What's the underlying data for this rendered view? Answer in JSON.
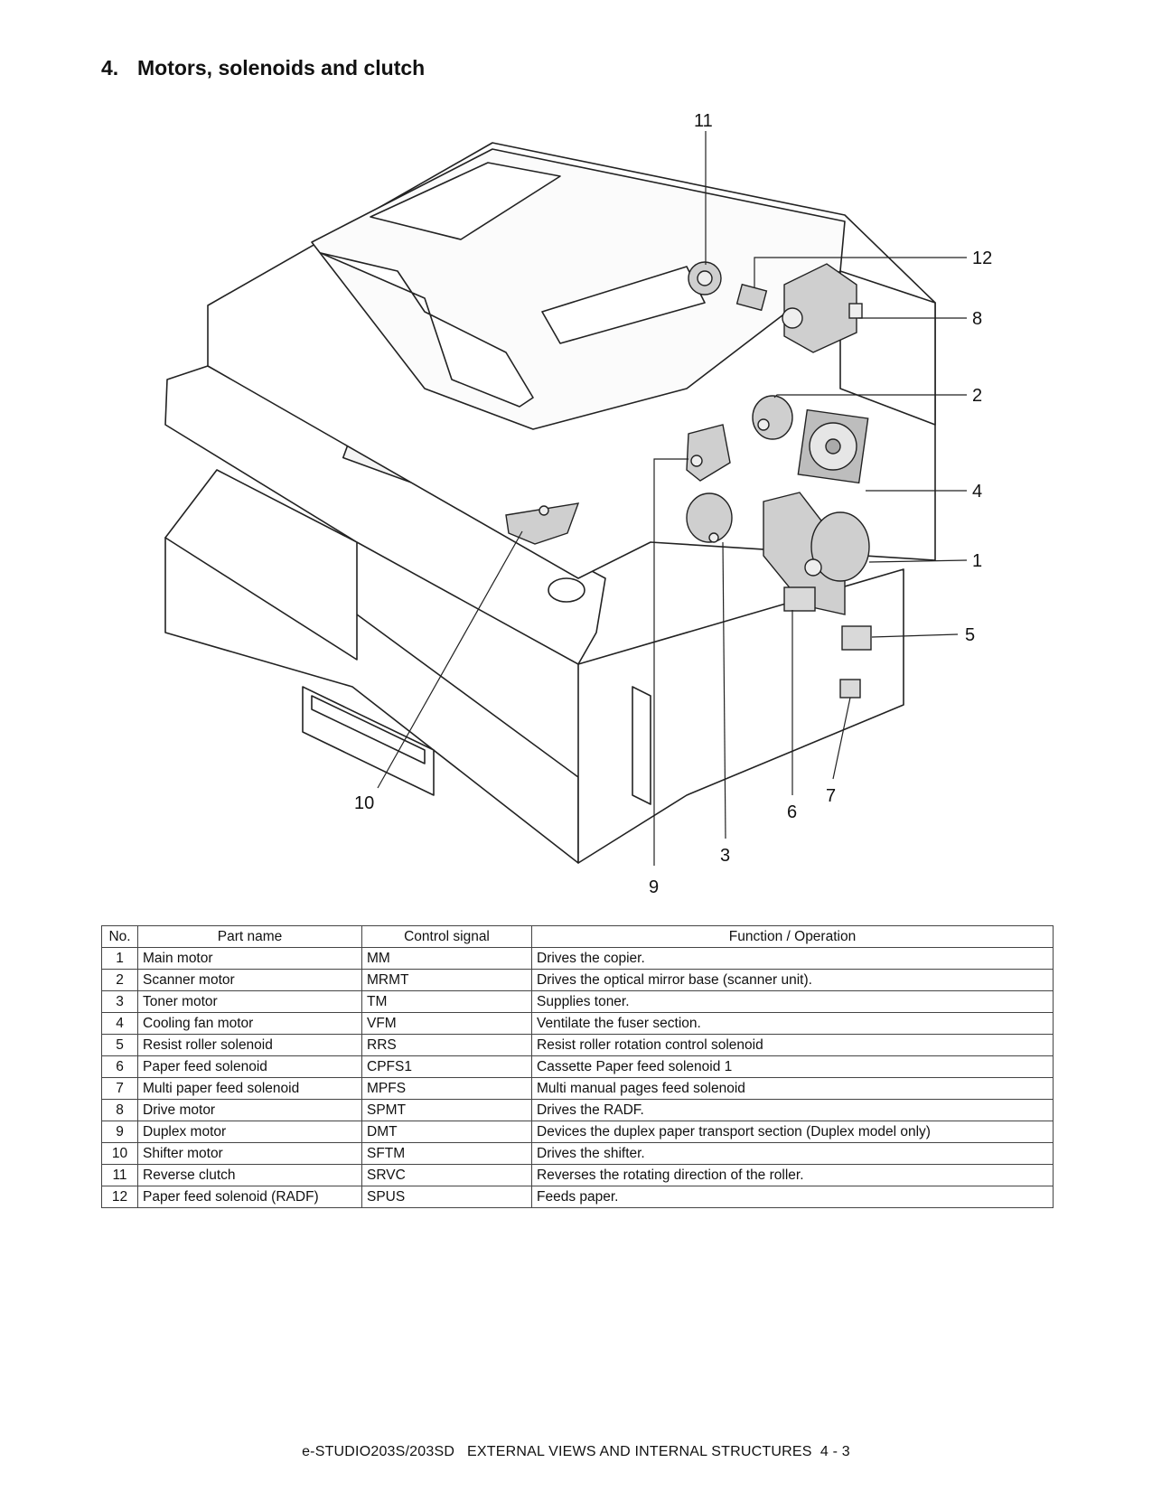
{
  "heading": {
    "number": "4.",
    "title": "Motors, solenoids and clutch"
  },
  "figure": {
    "callouts": [
      {
        "label": "11"
      },
      {
        "label": "12"
      },
      {
        "label": "8"
      },
      {
        "label": "2"
      },
      {
        "label": "4"
      },
      {
        "label": "1"
      },
      {
        "label": "5"
      },
      {
        "label": "7"
      },
      {
        "label": "6"
      },
      {
        "label": "3"
      },
      {
        "label": "9"
      },
      {
        "label": "10"
      }
    ]
  },
  "table": {
    "headers": [
      "No.",
      "Part name",
      "Control signal",
      "Function / Operation"
    ],
    "rows": [
      [
        "1",
        "Main motor",
        "MM",
        "Drives the copier."
      ],
      [
        "2",
        "Scanner motor",
        "MRMT",
        "Drives the optical mirror base (scanner unit)."
      ],
      [
        "3",
        "Toner motor",
        "TM",
        "Supplies toner."
      ],
      [
        "4",
        "Cooling fan motor",
        "VFM",
        "Ventilate the fuser section."
      ],
      [
        "5",
        "Resist roller solenoid",
        "RRS",
        "Resist roller rotation control solenoid"
      ],
      [
        "6",
        "Paper feed solenoid",
        "CPFS1",
        "Cassette Paper feed solenoid 1"
      ],
      [
        "7",
        "Multi paper feed solenoid",
        "MPFS",
        "Multi manual pages feed solenoid"
      ],
      [
        "8",
        "Drive motor",
        "SPMT",
        "Drives the RADF."
      ],
      [
        "9",
        "Duplex motor",
        "DMT",
        "Devices the duplex paper transport section (Duplex model only)"
      ],
      [
        "10",
        "Shifter motor",
        "SFTM",
        "Drives the shifter."
      ],
      [
        "11",
        "Reverse clutch",
        "SRVC",
        "Reverses the rotating direction of the roller."
      ],
      [
        "12",
        "Paper feed solenoid (RADF)",
        "SPUS",
        "Feeds paper."
      ]
    ]
  },
  "footer": {
    "text": "e-STUDIO203S/203SD   EXTERNAL VIEWS AND INTERNAL STRUCTURES  4 - 3"
  }
}
